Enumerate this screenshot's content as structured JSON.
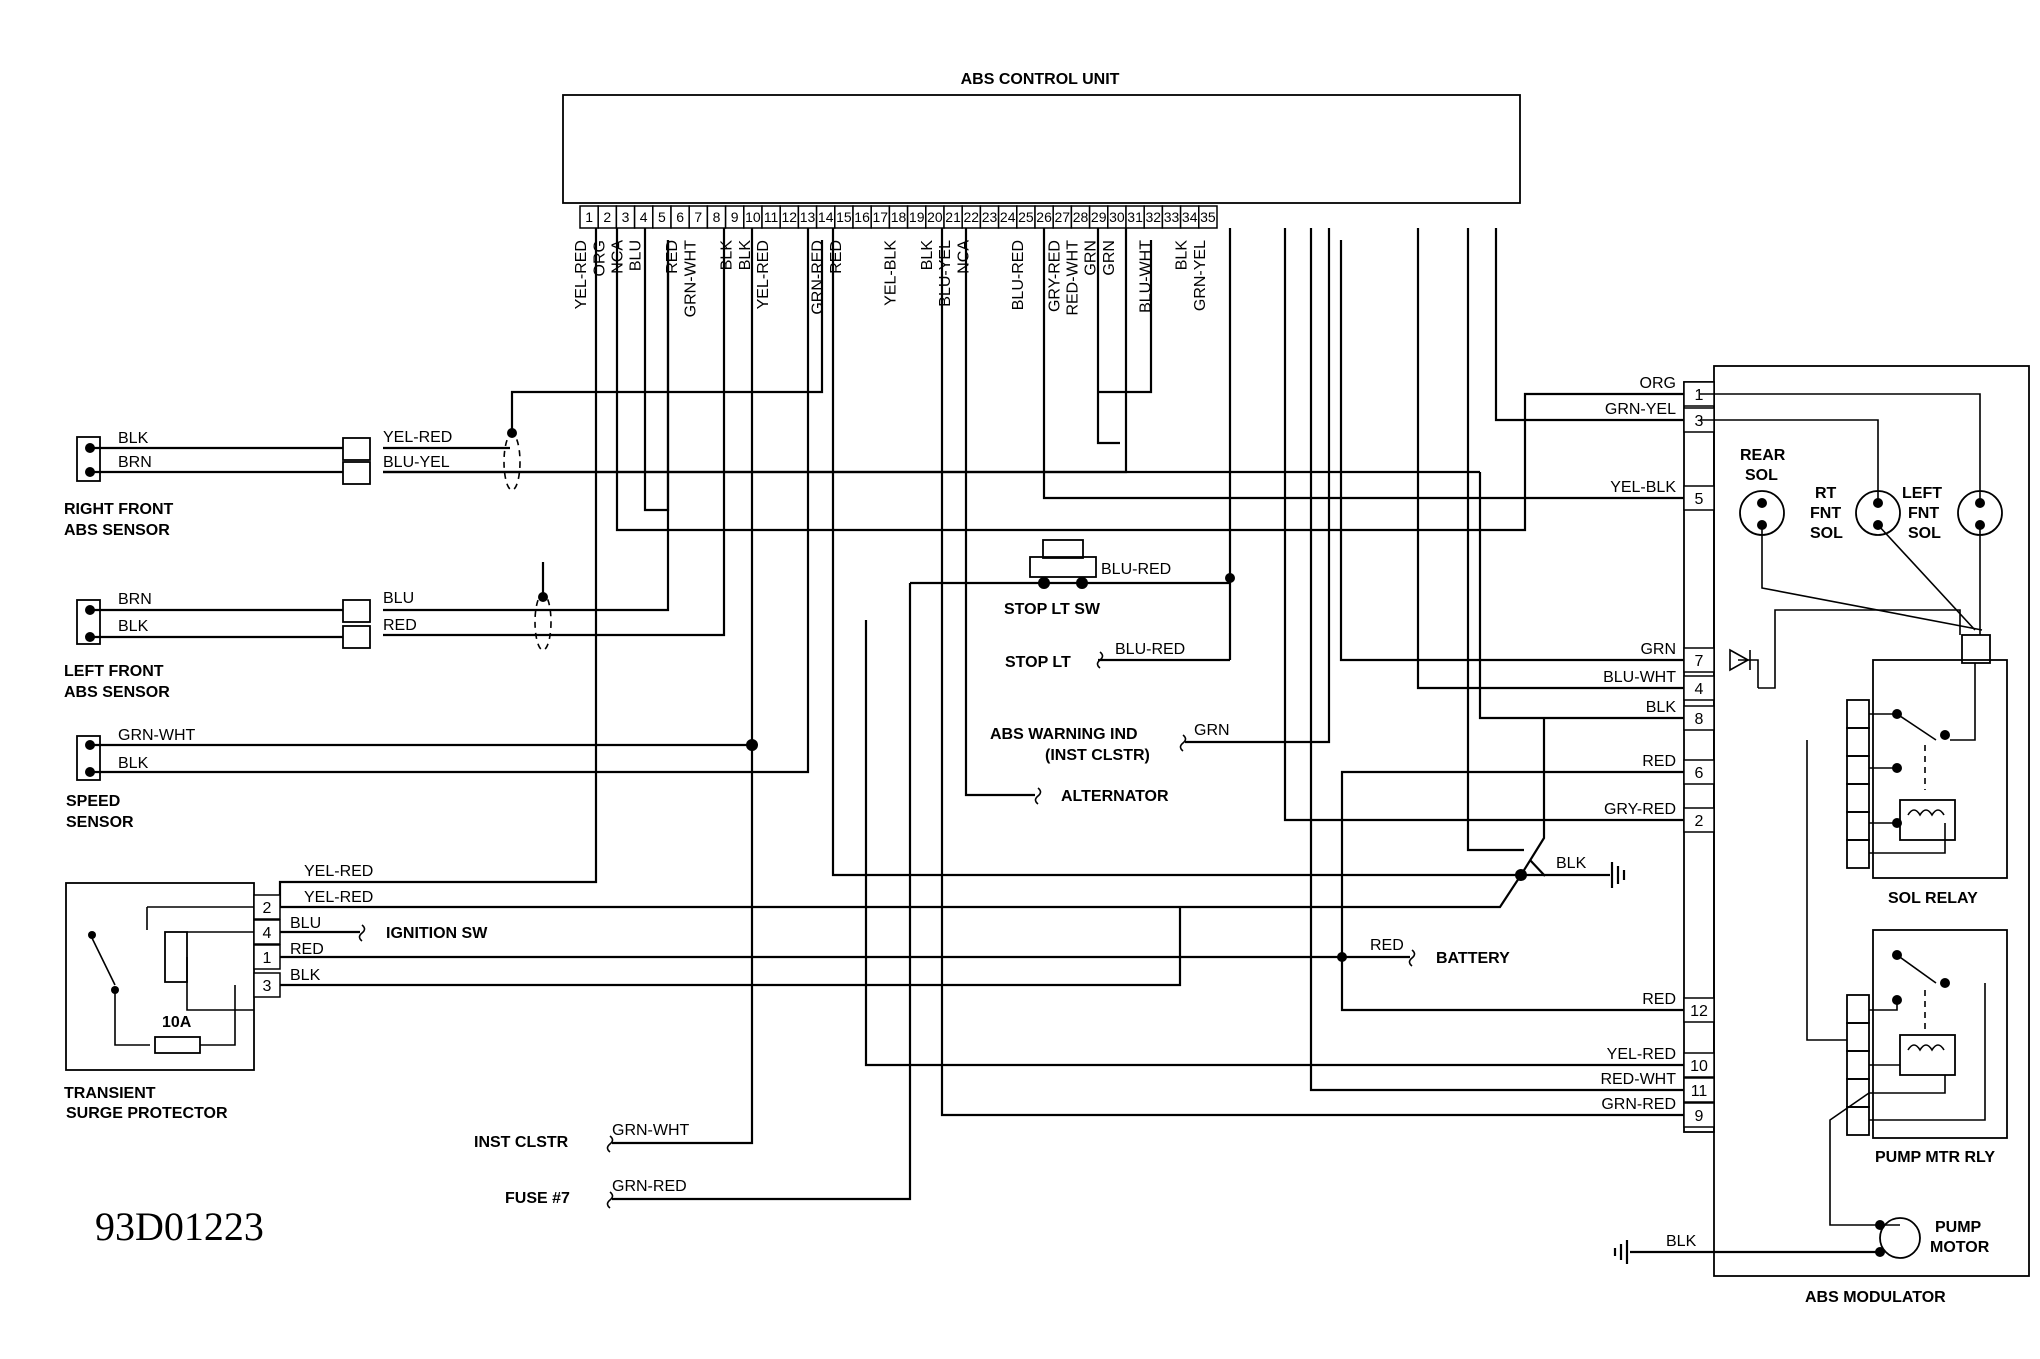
{
  "diagram_id": "93D01223",
  "components": {
    "abs_control_unit": "ABS CONTROL UNIT",
    "abs_modulator": "ABS MODULATOR",
    "right_front_sensor": [
      "RIGHT FRONT",
      "ABS SENSOR"
    ],
    "left_front_sensor": [
      "LEFT FRONT",
      "ABS SENSOR"
    ],
    "speed_sensor": [
      "SPEED",
      "SENSOR"
    ],
    "surge_protector": [
      "TRANSIENT",
      "SURGE PROTECTOR"
    ],
    "fuse_rating": "10A",
    "stop_lt_sw": "STOP LT SW",
    "stop_lt": "STOP LT",
    "abs_warning": [
      "ABS WARNING IND",
      "(INST CLSTR)"
    ],
    "alternator": "ALTERNATOR",
    "battery": "BATTERY",
    "ignition_sw": "IGNITION SW",
    "inst_clstr": "INST CLSTR",
    "fuse7": "FUSE #7",
    "rear_sol": [
      "REAR",
      "SOL"
    ],
    "rt_fnt_sol": [
      "RT",
      "FNT",
      "SOL"
    ],
    "left_fnt_sol": [
      "LEFT",
      "FNT",
      "SOL"
    ],
    "sol_relay": "SOL RELAY",
    "pump_mtr_rly": "PUMP MTR RLY",
    "pump_motor": [
      "PUMP",
      "MOTOR"
    ]
  },
  "ecu_pins": [
    "1",
    "2",
    "3",
    "4",
    "5",
    "6",
    "7",
    "8",
    "9",
    "10",
    "11",
    "12",
    "13",
    "14",
    "15",
    "16",
    "17",
    "18",
    "19",
    "20",
    "21",
    "22",
    "23",
    "24",
    "25",
    "26",
    "27",
    "28",
    "29",
    "30",
    "31",
    "32",
    "33",
    "34",
    "35"
  ],
  "ecu_wire_labels": [
    {
      "pin": "1",
      "color": "YEL-RED"
    },
    {
      "pin": "2",
      "color": "ORG"
    },
    {
      "pin": "3",
      "color": "NCA"
    },
    {
      "pin": "4",
      "color": "BLU"
    },
    {
      "pin": "6",
      "color": "RED"
    },
    {
      "pin": "7",
      "color": "GRN-WHT"
    },
    {
      "pin": "9",
      "color": "BLK"
    },
    {
      "pin": "10",
      "color": "BLK"
    },
    {
      "pin": "11",
      "color": "YEL-RED"
    },
    {
      "pin": "14",
      "color": "GRN-RED"
    },
    {
      "pin": "15",
      "color": "RED"
    },
    {
      "pin": "18",
      "color": "YEL-BLK"
    },
    {
      "pin": "20",
      "color": "BLK"
    },
    {
      "pin": "21",
      "color": "BLU-YEL"
    },
    {
      "pin": "22",
      "color": "NCA"
    },
    {
      "pin": "25",
      "color": "BLU-RED"
    },
    {
      "pin": "27",
      "color": "GRY-RED"
    },
    {
      "pin": "28",
      "color": "RED-WHT"
    },
    {
      "pin": "29",
      "color": "GRN"
    },
    {
      "pin": "30",
      "color": "GRN"
    },
    {
      "pin": "32",
      "color": "BLU-WHT"
    },
    {
      "pin": "34",
      "color": "BLK"
    },
    {
      "pin": "35",
      "color": "GRN-YEL"
    }
  ],
  "modulator_pins": [
    {
      "pin": "1",
      "color": "ORG"
    },
    {
      "pin": "3",
      "color": "GRN-YEL"
    },
    {
      "pin": "5",
      "color": "YEL-BLK"
    },
    {
      "pin": "7",
      "color": "GRN"
    },
    {
      "pin": "4",
      "color": "BLU-WHT"
    },
    {
      "pin": "8",
      "color": "BLK"
    },
    {
      "pin": "6",
      "color": "RED"
    },
    {
      "pin": "2",
      "color": "GRY-RED"
    },
    {
      "pin": "12",
      "color": "RED"
    },
    {
      "pin": "10",
      "color": "YEL-RED"
    },
    {
      "pin": "11",
      "color": "RED-WHT"
    },
    {
      "pin": "9",
      "color": "GRN-RED"
    }
  ],
  "surge_pins": [
    "2",
    "4",
    "1",
    "3"
  ],
  "labels": {
    "rf_blk": "BLK",
    "rf_brn": "BRN",
    "rf_yelred": "YEL-RED",
    "rf_bluyel": "BLU-YEL",
    "lf_brn": "BRN",
    "lf_blk": "BLK",
    "lf_blu": "BLU",
    "lf_red": "RED",
    "sp_grnwht": "GRN-WHT",
    "sp_blk": "BLK",
    "sg_yelred1": "YEL-RED",
    "sg_yelred2": "YEL-RED",
    "sg_blu": "BLU",
    "sg_red": "RED",
    "sg_blk": "BLK",
    "stop_blured": "BLU-RED",
    "stoplt_blured": "BLU-RED",
    "warn_grn": "GRN",
    "gnd_blk": "BLK",
    "batt_red": "RED",
    "inst_grnwht": "GRN-WHT",
    "fuse_grnred": "GRN-RED",
    "pump_blk": "BLK"
  }
}
